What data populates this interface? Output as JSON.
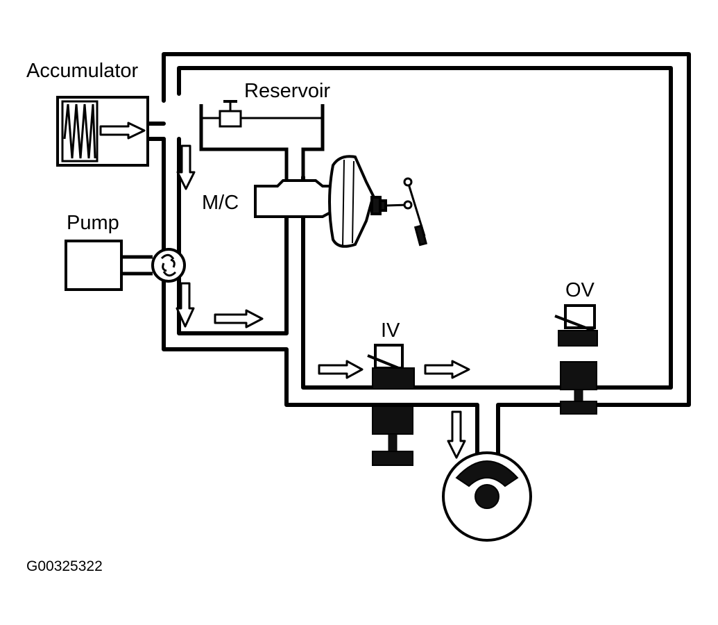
{
  "labels": {
    "accumulator": "Accumulator",
    "reservoir": "Reservoir",
    "master_cylinder": "M/C",
    "pump": "Pump",
    "inlet_valve": "IV",
    "outlet_valve": "OV"
  },
  "figure_id": "G00325322",
  "colors": {
    "line": "#000000",
    "fill_dark": "#111111",
    "background": "#ffffff"
  }
}
